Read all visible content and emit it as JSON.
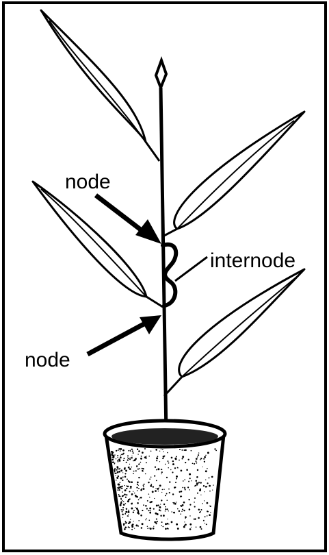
{
  "labels": {
    "node_top": "node",
    "internode": "internode",
    "node_bottom": "node"
  },
  "colors": {
    "ink": "#000000",
    "background": "#ffffff"
  }
}
